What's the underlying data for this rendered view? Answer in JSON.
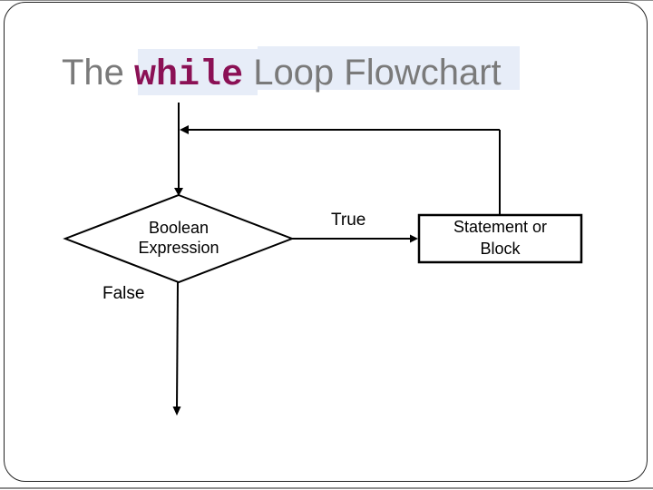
{
  "title": {
    "prefix": "The ",
    "keyword": "while",
    "suffix": " Loop Flowchart"
  },
  "flowchart": {
    "decision": {
      "line1": "Boolean",
      "line2": "Expression"
    },
    "true_label": "True",
    "false_label": "False",
    "process": {
      "line1": "Statement or",
      "line2": "Block"
    }
  },
  "colors": {
    "title_text": "#7a7a7a",
    "keyword_text": "#8b1155",
    "highlight_bg": "#e7edf8",
    "diagram_line": "#000000",
    "slide_border": "#242424",
    "edge_line": "#8e8e8e",
    "background": "#ffffff"
  }
}
